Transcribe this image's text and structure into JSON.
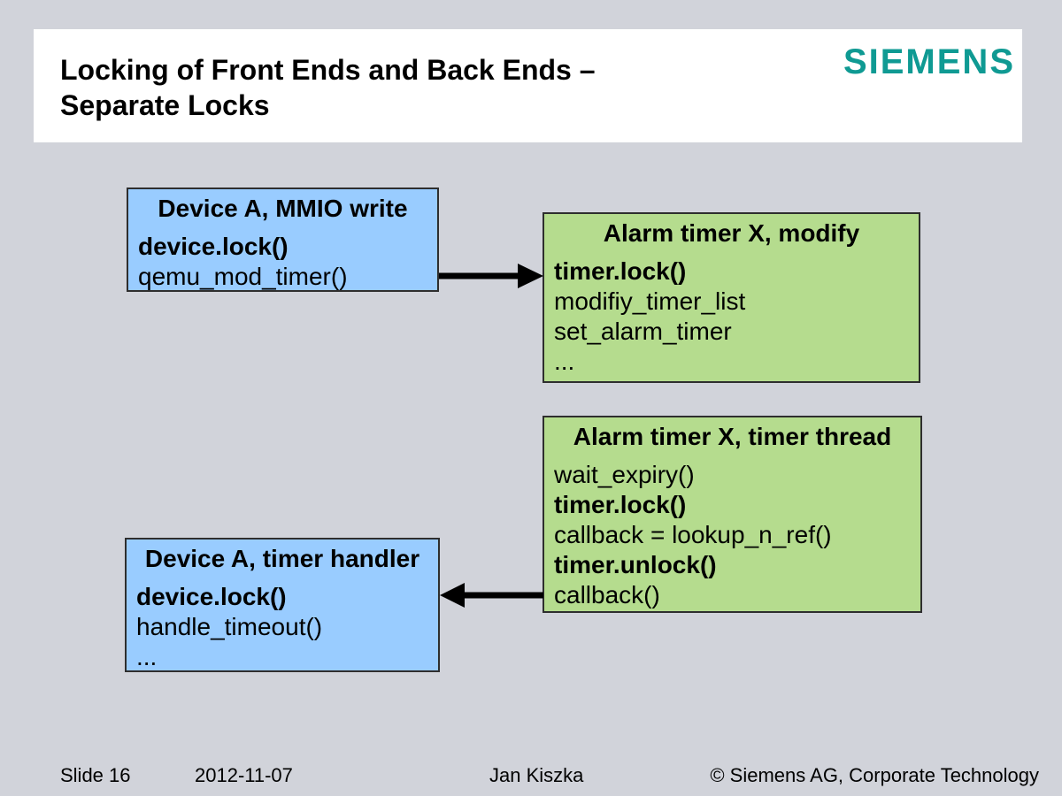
{
  "header": {
    "title_line1": "Locking of Front Ends and Back Ends –",
    "title_line2": "Separate Locks",
    "logo_text": "SIEMENS"
  },
  "colors": {
    "background": "#d1d3da",
    "header_bg": "#ffffff",
    "blue_box": "#99ccff",
    "green_box": "#b5dc8e",
    "logo_teal": "#0f9a93",
    "arrow": "#000000",
    "text": "#000000"
  },
  "boxes": [
    {
      "id": "device-a-mmio-write",
      "color": "blue",
      "title": "Device A, MMIO write",
      "lines": [
        {
          "text": "device.lock()",
          "bold": true
        },
        {
          "text": "qemu_mod_timer()",
          "bold": false
        }
      ]
    },
    {
      "id": "alarm-timer-x-modify",
      "color": "green",
      "title": "Alarm timer X, modify",
      "lines": [
        {
          "text": "timer.lock()",
          "bold": true
        },
        {
          "text": "modifiy_timer_list",
          "bold": false
        },
        {
          "text": "set_alarm_timer",
          "bold": false
        },
        {
          "text": "...",
          "bold": false
        }
      ]
    },
    {
      "id": "alarm-timer-x-timer-thread",
      "color": "green",
      "title": "Alarm timer X, timer thread",
      "lines": [
        {
          "text": "wait_expiry()",
          "bold": false
        },
        {
          "text": "timer.lock()",
          "bold": true
        },
        {
          "text": "callback = lookup_n_ref()",
          "bold": false
        },
        {
          "text": "timer.unlock()",
          "bold": true
        },
        {
          "text": "callback()",
          "bold": false
        }
      ]
    },
    {
      "id": "device-a-timer-handler",
      "color": "blue",
      "title": "Device A, timer handler",
      "lines": [
        {
          "text": "device.lock()",
          "bold": true
        },
        {
          "text": "handle_timeout()",
          "bold": false
        },
        {
          "text": "...",
          "bold": false
        }
      ]
    }
  ],
  "arrows": [
    {
      "name": "arrow-right",
      "direction": "right",
      "from": "device-a-mmio-write",
      "to": "alarm-timer-x-modify"
    },
    {
      "name": "arrow-left",
      "direction": "left",
      "from": "alarm-timer-x-timer-thread",
      "to": "device-a-timer-handler"
    }
  ],
  "footer": {
    "slide_number": "Slide 16",
    "date": "2012-11-07",
    "author": "Jan Kiszka",
    "copyright": "© Siemens AG, Corporate Technology"
  }
}
